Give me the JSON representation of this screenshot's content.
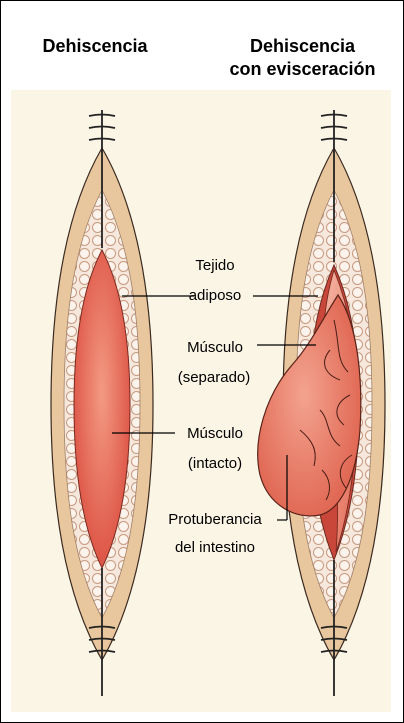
{
  "titles": {
    "left": "Dehiscencia",
    "right_line1": "Dehiscencia",
    "right_line2": "con evisceración"
  },
  "labels": {
    "fat_line1": "Tejido",
    "fat_line2": "adiposo",
    "muscle_sep_line1": "Músculo",
    "muscle_sep_line2": "(separado)",
    "muscle_intact_line1": "Músculo",
    "muscle_intact_line2": "(intacto)",
    "bowel_line1": "Protuberancia",
    "bowel_line2": "del intestino"
  },
  "colors": {
    "skin": "#e9c79e",
    "fat": "#f6e8dc",
    "fat_circles": "#c99a80",
    "muscle": "#e36a55",
    "bowel": "#e98570",
    "panel": "#fbf5e6"
  }
}
